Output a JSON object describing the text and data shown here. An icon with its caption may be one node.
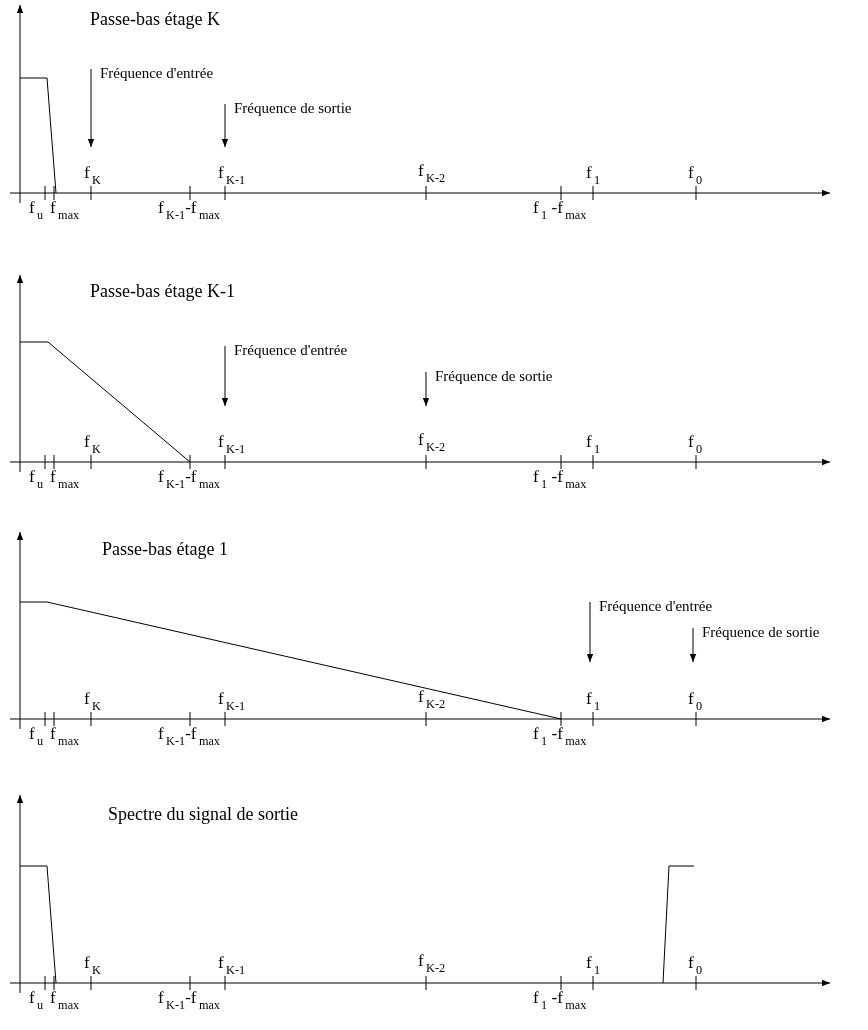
{
  "diagram": {
    "nodes": [
      {
        "text": [
          "Fréquence d'entrée"
        ]
      },
      {
        "text": [
          "Fréquence de sortie"
        ]
      },
      {
        "text": [
          "Fréquence d'entrée"
        ]
      },
      {
        "text": [
          "Fréquence de sortie"
        ]
      },
      {
        "text": [
          "Fréquence d'entrée"
        ]
      },
      {
        "text": [
          "Fréquence de sortie"
        ]
      }
    ],
    "edges": [
      {
        "from": 0,
        "to": null,
        "arrow": "to"
      },
      {
        "from": 1,
        "to": null,
        "arrow": "to"
      },
      {
        "from": 2,
        "to": null,
        "arrow": "to"
      },
      {
        "from": 3,
        "to": null,
        "arrow": "to"
      },
      {
        "from": 4,
        "to": null,
        "arrow": "to"
      },
      {
        "from": 5,
        "to": null,
        "arrow": "to"
      }
    ],
    "labels": [
      "Passe-bas étage K",
      "f$_{K}$",
      "f$_{K-1}$",
      "f$_{K-2}$",
      "f$_{1}$",
      "f$_{0}$",
      "f$_{u}$",
      "f$_{max}$",
      "f$_{K-1}$-f$_{max}$",
      "f$_{1}$ -f$_{max}$",
      "Passe-bas étage K-1",
      "f$_{K}$",
      "f$_{K-1}$",
      "f$_{K-2}$",
      "f$_{1}$",
      "f$_{0}$",
      "f$_{u}$",
      "f$_{max}$",
      "f$_{K-1}$-f$_{max}$",
      "f$_{1}$ -f$_{max}$",
      "Passe-bas étage 1",
      "f$_{K}$",
      "f$_{K-1}$",
      "f$_{K-2}$",
      "f$_{1}$",
      "f$_{0}$",
      "f$_{u}$",
      "f$_{max}$",
      "f$_{K-1}$-f$_{max}$",
      "f$_{1}$ -f$_{max}$",
      "Spectre du signal de sortie",
      "f$_{K}$",
      "f$_{K-1}$",
      "f$_{K-2}$",
      "f$_{1}$",
      "f$_{0}$",
      "f$_{u}$",
      "f$_{max}$",
      "f$_{K-1}$-f$_{max}$",
      "f$_{1}$ -f$_{max}$"
    ]
  }
}
